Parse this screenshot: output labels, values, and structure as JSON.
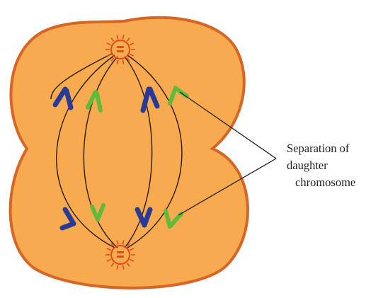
{
  "diagram": {
    "label_lines": [
      "Separation of",
      "daughter",
      "chromosome"
    ]
  },
  "colors": {
    "cell_fill": "#f7aa4e",
    "cell_border": "#d76526",
    "centrosome": "#e14a1d",
    "spindle": "#2a1a0e",
    "chromosome_blue": "#283a9a",
    "chromosome_green": "#5fbc3a",
    "leader_line": "#222222"
  }
}
